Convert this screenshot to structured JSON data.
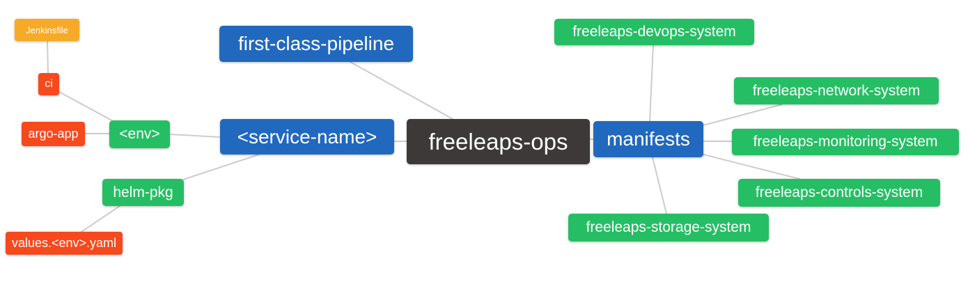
{
  "palette": {
    "blue": "#2169BE",
    "green": "#26BE64",
    "red": "#F6491D",
    "orange": "#F7A928",
    "dark": "#3D3939",
    "edge": "#CCCCCC",
    "background": "#FFFFFF",
    "node_text": "#FFFFFF"
  },
  "mindmap": {
    "root": "freeleaps-ops",
    "nodes": {
      "jenkinsfile": {
        "label": "Jenkinsfile",
        "color": "orange"
      },
      "ci": {
        "label": "ci",
        "color": "red"
      },
      "argo_app": {
        "label": "argo-app",
        "color": "red"
      },
      "env": {
        "label": "<env>",
        "color": "green"
      },
      "helm_pkg": {
        "label": "helm-pkg",
        "color": "green"
      },
      "values_env_yaml": {
        "label": "values.<env>.yaml",
        "color": "red"
      },
      "first_class_pipeline": {
        "label": "first-class-pipeline",
        "color": "blue"
      },
      "service_name": {
        "label": "<service-name>",
        "color": "blue"
      },
      "freeleaps_ops": {
        "label": "freeleaps-ops",
        "color": "dark"
      },
      "manifests": {
        "label": "manifests",
        "color": "blue"
      },
      "devops_system": {
        "label": "freeleaps-devops-system",
        "color": "green"
      },
      "network_system": {
        "label": "freeleaps-network-system",
        "color": "green"
      },
      "monitoring_system": {
        "label": "freeleaps-monitoring-system",
        "color": "green"
      },
      "controls_system": {
        "label": "freeleaps-controls-system",
        "color": "green"
      },
      "storage_system": {
        "label": "freeleaps-storage-system",
        "color": "green"
      }
    },
    "edges": [
      {
        "from": "jenkinsfile",
        "to": "ci"
      },
      {
        "from": "ci",
        "to": "env"
      },
      {
        "from": "argo_app",
        "to": "env"
      },
      {
        "from": "env",
        "to": "service_name"
      },
      {
        "from": "helm_pkg",
        "to": "service_name"
      },
      {
        "from": "values_env_yaml",
        "to": "helm_pkg"
      },
      {
        "from": "first_class_pipeline",
        "to": "freeleaps_ops"
      },
      {
        "from": "service_name",
        "to": "freeleaps_ops"
      },
      {
        "from": "freeleaps_ops",
        "to": "manifests"
      },
      {
        "from": "manifests",
        "to": "devops_system"
      },
      {
        "from": "manifests",
        "to": "network_system"
      },
      {
        "from": "manifests",
        "to": "monitoring_system"
      },
      {
        "from": "manifests",
        "to": "controls_system"
      },
      {
        "from": "manifests",
        "to": "storage_system"
      }
    ]
  }
}
